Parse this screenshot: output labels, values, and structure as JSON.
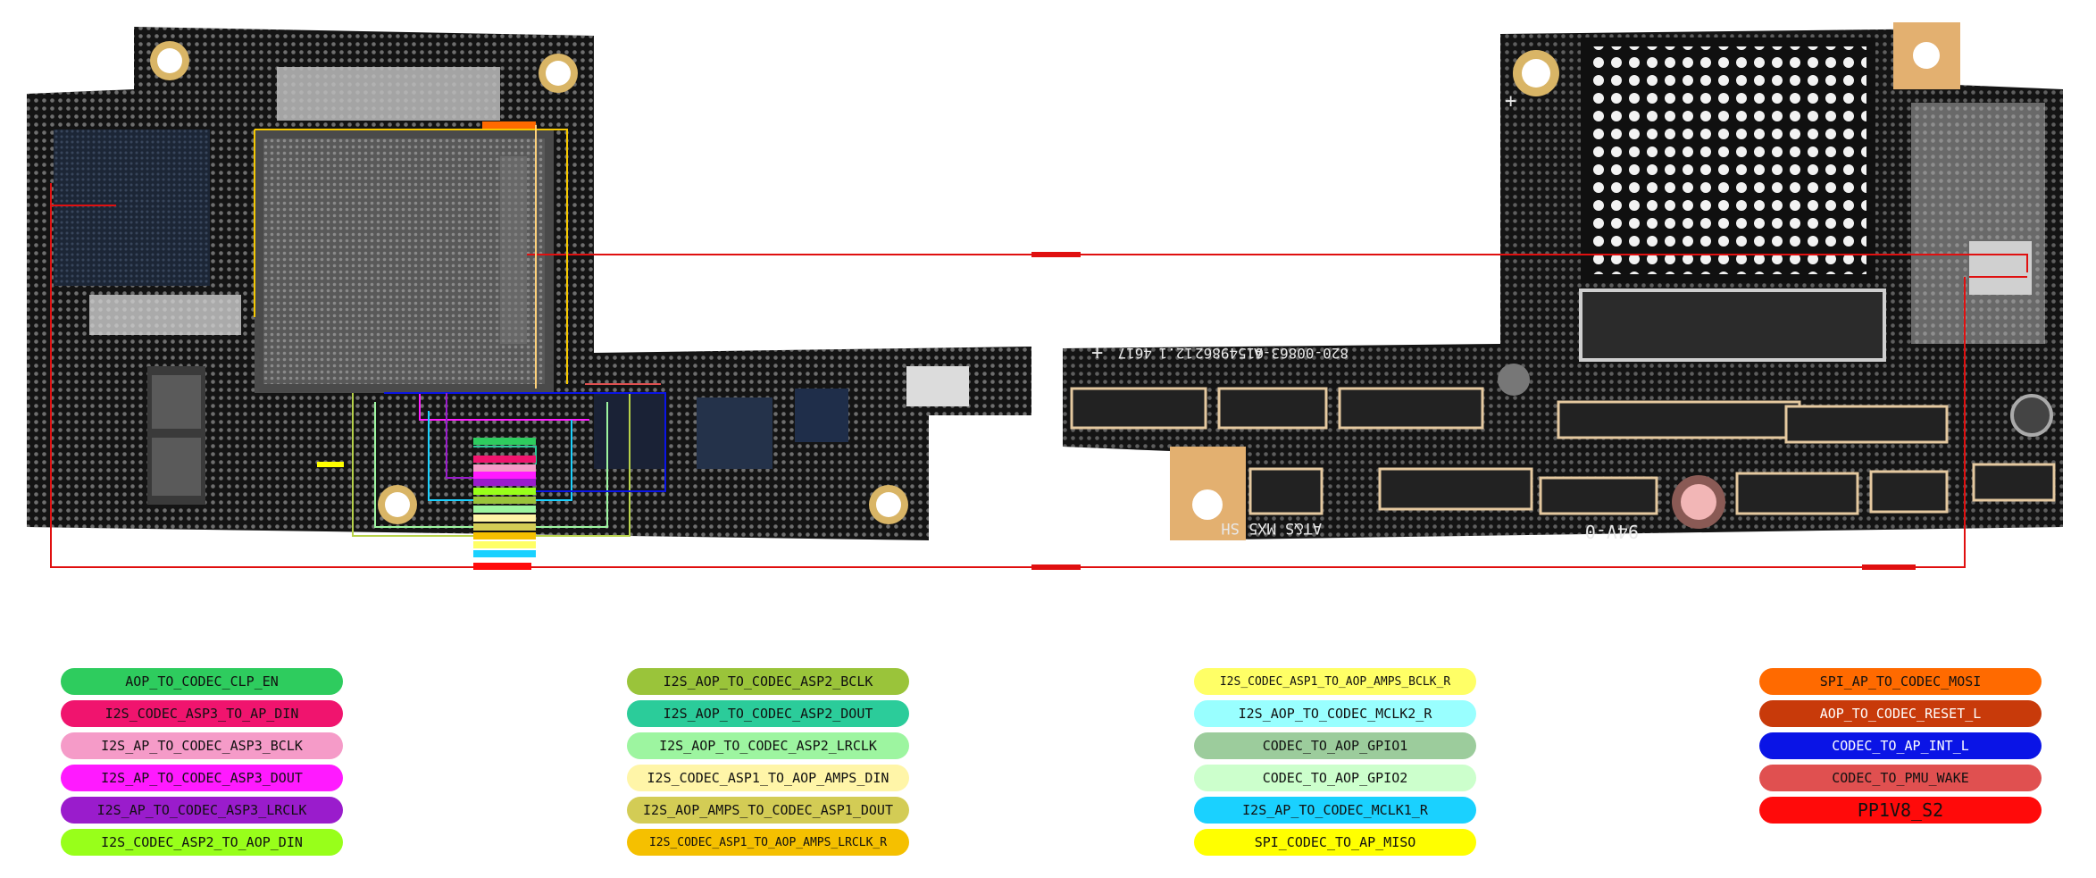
{
  "board_silkscreen": {
    "part_number": "820-00863-A",
    "serial": "61549862",
    "rev": "12.1",
    "code": "4617",
    "maker": "AT&S MX5 SH",
    "rating": "94V-0",
    "plus_left": "+",
    "plus_right": "+"
  },
  "legend": {
    "col1": [
      {
        "label": "AOP_TO_CODEC_CLP_EN",
        "color": "#2ecc5e"
      },
      {
        "label": "I2S_CODEC_ASP3_TO_AP_DIN",
        "color": "#f0146e"
      },
      {
        "label": "I2S_AP_TO_CODEC_ASP3_BCLK",
        "color": "#f59bc8"
      },
      {
        "label": "I2S_AP_TO_CODEC_ASP3_DOUT",
        "color": "#ff1aff"
      },
      {
        "label": "I2S_AP_TO_CODEC_ASP3_LRCLK",
        "color": "#9a1ccc"
      },
      {
        "label": "I2S_CODEC_ASP2_TO_AOP_DIN",
        "color": "#98ff1a"
      }
    ],
    "col2": [
      {
        "label": "I2S_AOP_TO_CODEC_ASP2_BCLK",
        "color": "#9ac43a"
      },
      {
        "label": "I2S_AOP_TO_CODEC_ASP2_DOUT",
        "color": "#2bcc9a"
      },
      {
        "label": "I2S_AOP_TO_CODEC_ASP2_LRCLK",
        "color": "#9df5a0"
      },
      {
        "label": "I2S_CODEC_ASP1_TO_AOP_AMPS_DIN",
        "color": "#fff5a8"
      },
      {
        "label": "I2S_AOP_AMPS_TO_CODEC_ASP1_DOUT",
        "color": "#d3cc55"
      },
      {
        "label": "I2S_CODEC_ASP1_TO_AOP_AMPS_LRCLK_R",
        "color": "#f5c000"
      }
    ],
    "col3": [
      {
        "label": "I2S_CODEC_ASP1_TO_AOP_AMPS_BCLK_R",
        "color": "#ffff66"
      },
      {
        "label": "I2S_AOP_TO_CODEC_MCLK2_R",
        "color": "#99ffff"
      },
      {
        "label": "CODEC_TO_AOP_GPIO1",
        "color": "#9ccc9c"
      },
      {
        "label": "CODEC_TO_AOP_GPIO2",
        "color": "#ccffcc"
      },
      {
        "label": "I2S_AP_TO_CODEC_MCLK1_R",
        "color": "#1ad1ff"
      },
      {
        "label": "SPI_CODEC_TO_AP_MISO",
        "color": "#ffff00"
      }
    ],
    "col4": [
      {
        "label": "SPI_AP_TO_CODEC_MOSI",
        "color": "#ff6a00"
      },
      {
        "label": "AOP_TO_CODEC_RESET_L",
        "color": "#c83a0a"
      },
      {
        "label": "CODEC_TO_AP_INT_L",
        "color": "#0a14e6"
      },
      {
        "label": "CODEC_TO_PMU_WAKE",
        "color": "#e05050"
      },
      {
        "label": "PP1V8_S2",
        "color": "#ff0a0a"
      }
    ]
  }
}
